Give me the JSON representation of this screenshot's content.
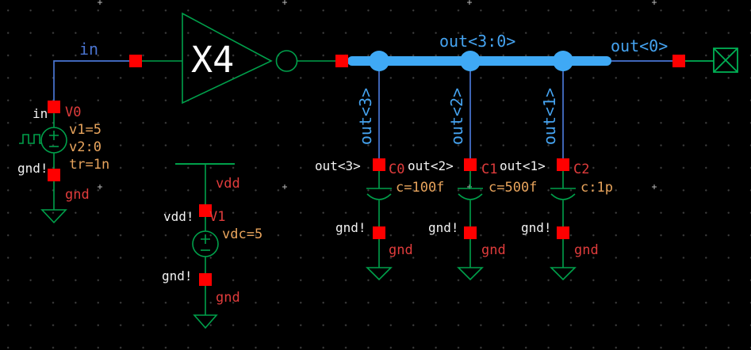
{
  "colors": {
    "background": "#000000",
    "grid_dot": "#3d3d3d",
    "wire_blue": "#4a76d4",
    "bus_blue": "#3fa9f5",
    "net_label_blue": "#45a3f0",
    "symbol_green": "#00a04b",
    "pin_red": "#ff0000",
    "instance_label_red": "#e03c3c",
    "property_orange": "#e8a45c",
    "text_white": "#f2f2f2"
  },
  "nets": {
    "in": "in",
    "bus": "out<3:0>",
    "out0": "out<0>",
    "tap3": "out<3>",
    "tap2": "out<2>",
    "tap1": "out<1>"
  },
  "inverter": {
    "label": "X4"
  },
  "v0": {
    "pin_net": "in",
    "instance": "V0",
    "prop1": "v1=5",
    "prop2": "v2:0",
    "prop3": "tr=1n",
    "gnd_pin": "gnd!",
    "gnd_net": "gnd"
  },
  "v1": {
    "vdd_net": "vdd",
    "vdd_pin": "vdd!",
    "instance": "V1",
    "prop": "vdc=5",
    "gnd_pin": "gnd!",
    "gnd_net": "gnd"
  },
  "caps": [
    {
      "net": "out<3>",
      "instance": "C0",
      "value": "c=100f",
      "gnd_pin": "gnd!",
      "gnd_net": "gnd"
    },
    {
      "net": "out<2>",
      "instance": "C1",
      "value": "c=500f",
      "gnd_pin": "gnd!",
      "gnd_net": "gnd"
    },
    {
      "net": "out<1>",
      "instance": "C2",
      "value": "c:1p",
      "gnd_pin": "gnd!",
      "gnd_net": "gnd"
    }
  ]
}
